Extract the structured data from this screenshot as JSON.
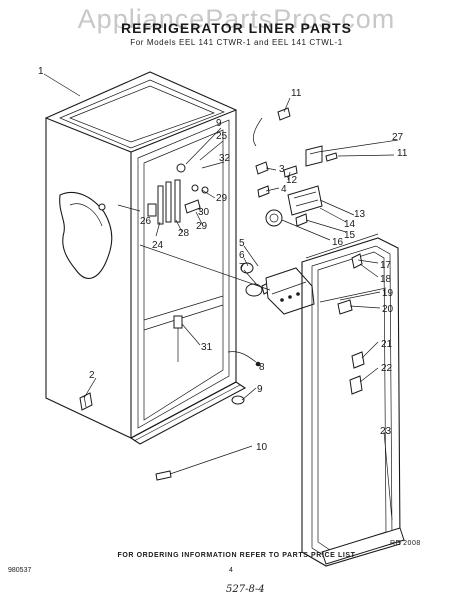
{
  "watermark": "AppliancePartsPros.com",
  "title": "REFRIGERATOR LINER PARTS",
  "subtitle": "For Models EEL 141 CTWR-1 and EEL 141 CTWL-1",
  "footer_note": "FOR ORDERING INFORMATION REFER TO PARTS PRICE LIST",
  "doc_number": "980537",
  "page_number": "4",
  "date_code": "RE 2008",
  "handwritten_note": "527-8-4",
  "callouts": [
    "1",
    "11",
    "9",
    "25",
    "27",
    "32",
    "3",
    "11",
    "12",
    "29",
    "4",
    "26",
    "30",
    "13",
    "28",
    "29",
    "14",
    "24",
    "15",
    "16",
    "5",
    "6",
    "7",
    "17",
    "18",
    "19",
    "20",
    "31",
    "21",
    "22",
    "2",
    "8",
    "9",
    "10",
    "23"
  ]
}
